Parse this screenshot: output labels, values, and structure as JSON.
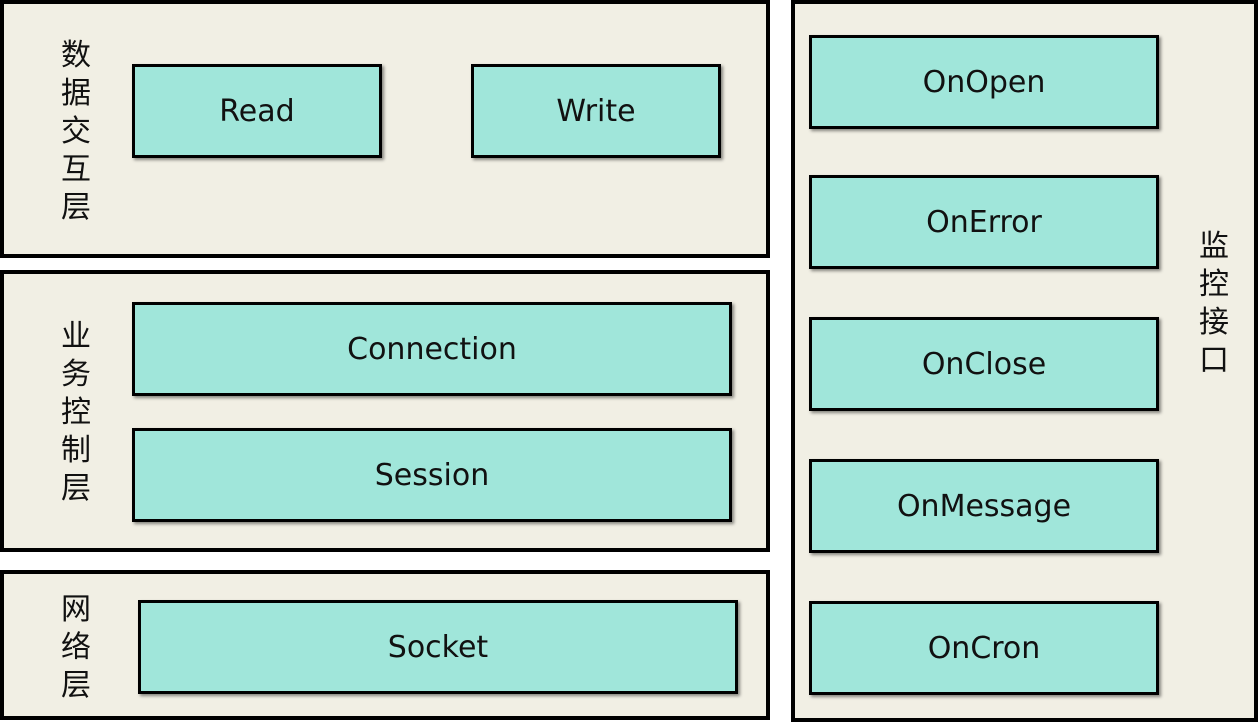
{
  "layers": {
    "data_layer": {
      "label": "数据交互层",
      "items": [
        "Read",
        "Write"
      ]
    },
    "business_layer": {
      "label": "业务控制层",
      "items": [
        "Connection",
        "Session"
      ]
    },
    "network_layer": {
      "label": "网络层",
      "items": [
        "Socket"
      ]
    }
  },
  "monitor": {
    "label": "监控接口",
    "items": [
      "OnOpen",
      "OnError",
      "OnClose",
      "OnMessage",
      "OnCron"
    ]
  },
  "colors": {
    "panel_bg": "#f1efe4",
    "box_bg": "#a0e6da",
    "border": "#000000"
  }
}
